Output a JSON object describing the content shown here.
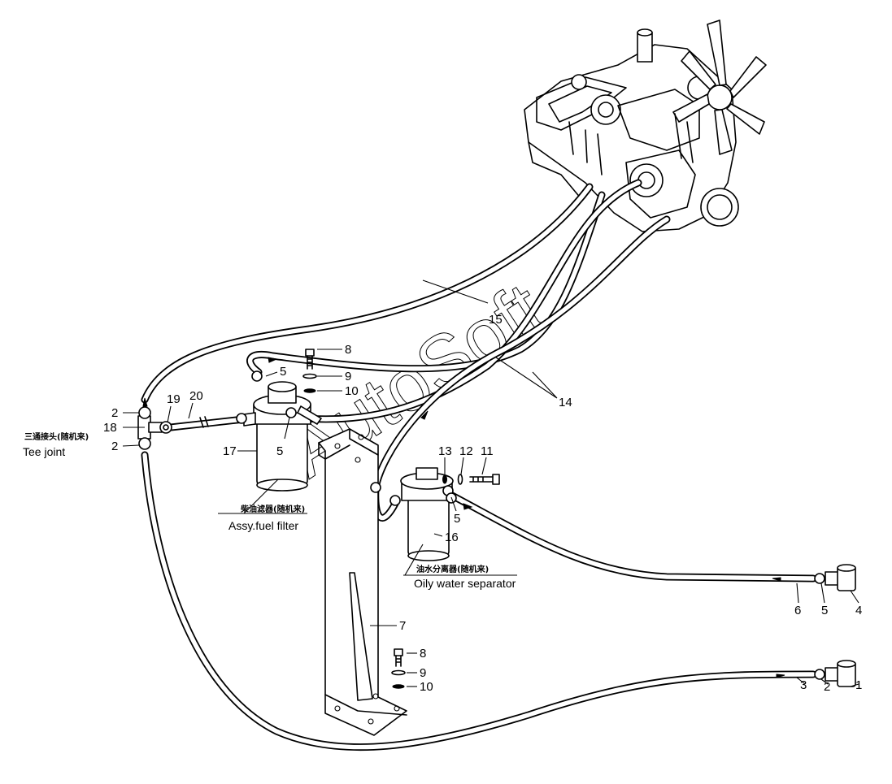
{
  "watermark": "AutoSoft",
  "callouts": {
    "c1": "1",
    "c2a": "2",
    "c2b": "2",
    "c2c": "2",
    "c3": "3",
    "c4": "4",
    "c5a": "5",
    "c5b": "5",
    "c5c": "5",
    "c5d": "5",
    "c6": "6",
    "c7": "7",
    "c8a": "8",
    "c8b": "8",
    "c9a": "9",
    "c9b": "9",
    "c10a": "10",
    "c10b": "10",
    "c11": "11",
    "c12": "12",
    "c13": "13",
    "c14": "14",
    "c15": "15",
    "c16": "16",
    "c17": "17",
    "c18": "18",
    "c19": "19",
    "c20": "20"
  },
  "labels": {
    "tee_joint_cn": "三通接头(随机来)",
    "tee_joint_en": "Tee joint",
    "fuel_filter_cn": "柴油滤器(随机来)",
    "fuel_filter_en": "Assy.fuel filter",
    "separator_cn": "油水分离器(随机来)",
    "separator_en": "Oily water separator"
  }
}
